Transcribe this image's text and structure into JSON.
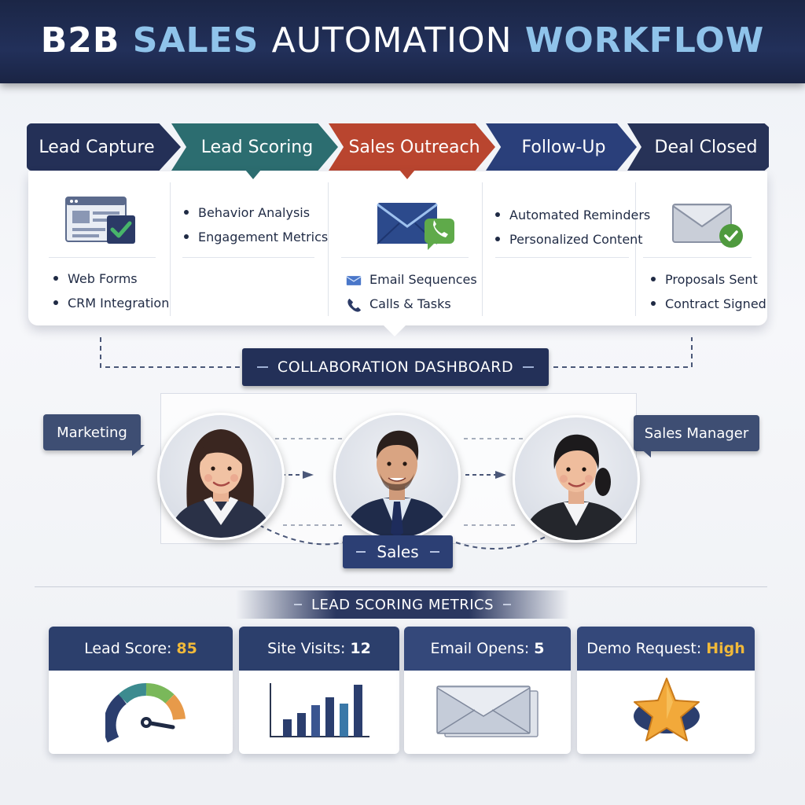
{
  "header": {
    "title_w1": "B2B",
    "title_w2": "SALES",
    "title_w3": "AUTOMATION",
    "title_w4": "WORKFLOW"
  },
  "stages": [
    {
      "label": "Lead Capture",
      "color": "#243057"
    },
    {
      "label": "Lead Scoring",
      "color": "#2c6d70"
    },
    {
      "label": "Sales Outreach",
      "color": "#b9452f"
    },
    {
      "label": "Follow-Up",
      "color": "#2a3f7a"
    },
    {
      "label": "Deal Closed",
      "color": "#273257"
    }
  ],
  "stage_details": {
    "lead_capture": {
      "items": [
        "Web Forms",
        "CRM Integration"
      ],
      "icon": "browser-form-check-icon"
    },
    "lead_scoring": {
      "items": [
        "Behavior Analysis",
        "Engagement Metrics"
      ]
    },
    "sales_outreach": {
      "items": [
        "Email Sequences",
        "Calls & Tasks"
      ],
      "icon": "email-phone-icon",
      "item_icons": [
        "envelope-icon",
        "phone-icon"
      ]
    },
    "follow_up": {
      "items": [
        "Automated Reminders",
        "Personalized Content"
      ]
    },
    "deal_closed": {
      "items": [
        "Proposals Sent",
        "Contract Signed"
      ],
      "icon": "envelope-check-icon"
    }
  },
  "collaboration": {
    "title": "COLLABORATION DASHBOARD",
    "roles": {
      "marketing": "Marketing",
      "sales": "Sales",
      "manager": "Sales Manager"
    }
  },
  "metrics": {
    "title": "LEAD SCORING METRICS",
    "cards": [
      {
        "label": "Lead Score:",
        "value": "85",
        "value_color": "#f0b93a",
        "icon": "gauge-icon"
      },
      {
        "label": "Site Visits:",
        "value": "12",
        "value_color": "#ffffff",
        "icon": "bar-chart-icon"
      },
      {
        "label": "Email Opens:",
        "value": "5",
        "value_color": "#ffffff",
        "icon": "envelope-icon"
      },
      {
        "label": "Demo Request:",
        "value": "High",
        "value_color": "#f0b93a",
        "icon": "star-icon"
      }
    ]
  },
  "colors": {
    "navy": "#233058",
    "teal": "#2c6d70",
    "red": "#b9452f",
    "accent_blue": "#8fc3ea",
    "gold": "#f0b93a"
  }
}
